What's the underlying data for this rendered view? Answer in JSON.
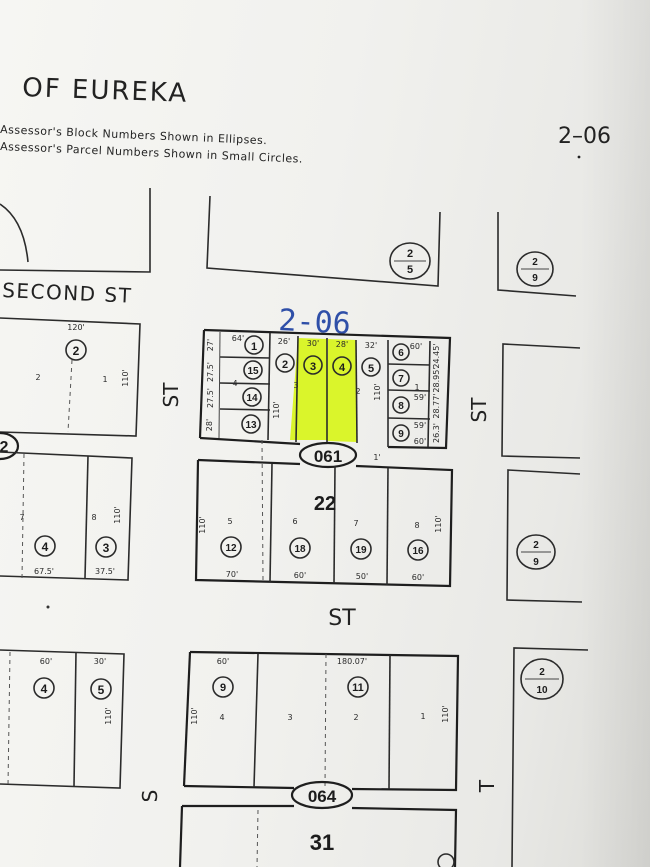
{
  "header": {
    "title": "OF EUREKA",
    "note_block": "Assessor's Block Numbers Shown in Ellipses.",
    "note_parcel": "Assessor's Parcel Numbers Shown in Small Circles.",
    "page_ref": "2–06",
    "handwritten": "2-06"
  },
  "streets": {
    "second": "SECOND ST",
    "st_left": "ST",
    "st_right": "ST",
    "st_middle": "ST",
    "s_bottom": "S",
    "t_bottom": "T"
  },
  "page_refs": {
    "top_center": {
      "num": "2",
      "den": "5"
    },
    "top_right": {
      "num": "2",
      "den": "9"
    },
    "mid_right": {
      "num": "2",
      "den": "9"
    },
    "bottom_right": {
      "num": "2",
      "den": "10"
    }
  },
  "blocks": {
    "b061": "061",
    "b064": "064",
    "b22": "22",
    "b31": "31",
    "left_top_marker": "2"
  },
  "highlight_color": "#d8f51a",
  "block_061": {
    "parcels": [
      "1",
      "15",
      "14",
      "13",
      "2",
      "3",
      "4",
      "5",
      "6",
      "7",
      "8",
      "9"
    ],
    "dims": [
      "64'",
      "26'",
      "30'",
      "28'",
      "32'",
      "60'",
      "27'",
      "27.5'",
      "27.5'",
      "28'",
      "110'",
      "110'",
      "24.45'",
      "28.95'",
      "28.77'",
      "26.3'",
      "59'",
      "59'",
      "60'",
      "1'"
    ],
    "lots": [
      "4",
      "3",
      "2",
      "1"
    ]
  },
  "block_22": {
    "lots": [
      "5",
      "6",
      "7",
      "8"
    ],
    "parcels": [
      "12",
      "18",
      "19",
      "16"
    ],
    "dims": [
      "110'",
      "70'",
      "60'",
      "50'",
      "60'",
      "110'"
    ]
  },
  "block_left_top": {
    "lots": [
      "2",
      "1"
    ],
    "parcel": "2",
    "dims": [
      "120'",
      "110'"
    ]
  },
  "block_left_mid": {
    "lots": [
      "7",
      "8"
    ],
    "parcels": [
      "4",
      "3"
    ],
    "dims": [
      "110'",
      "67.5'",
      "37.5'"
    ]
  },
  "block_left_bottom": {
    "parcels": [
      "4",
      "5"
    ],
    "dims": [
      "60'",
      "30'",
      "110'"
    ]
  },
  "block_064_top": {
    "lots": [
      "4",
      "3",
      "2",
      "1"
    ],
    "parcels": [
      "9",
      "11"
    ],
    "dims": [
      "60'",
      "180.07'",
      "110'",
      "110'"
    ]
  }
}
